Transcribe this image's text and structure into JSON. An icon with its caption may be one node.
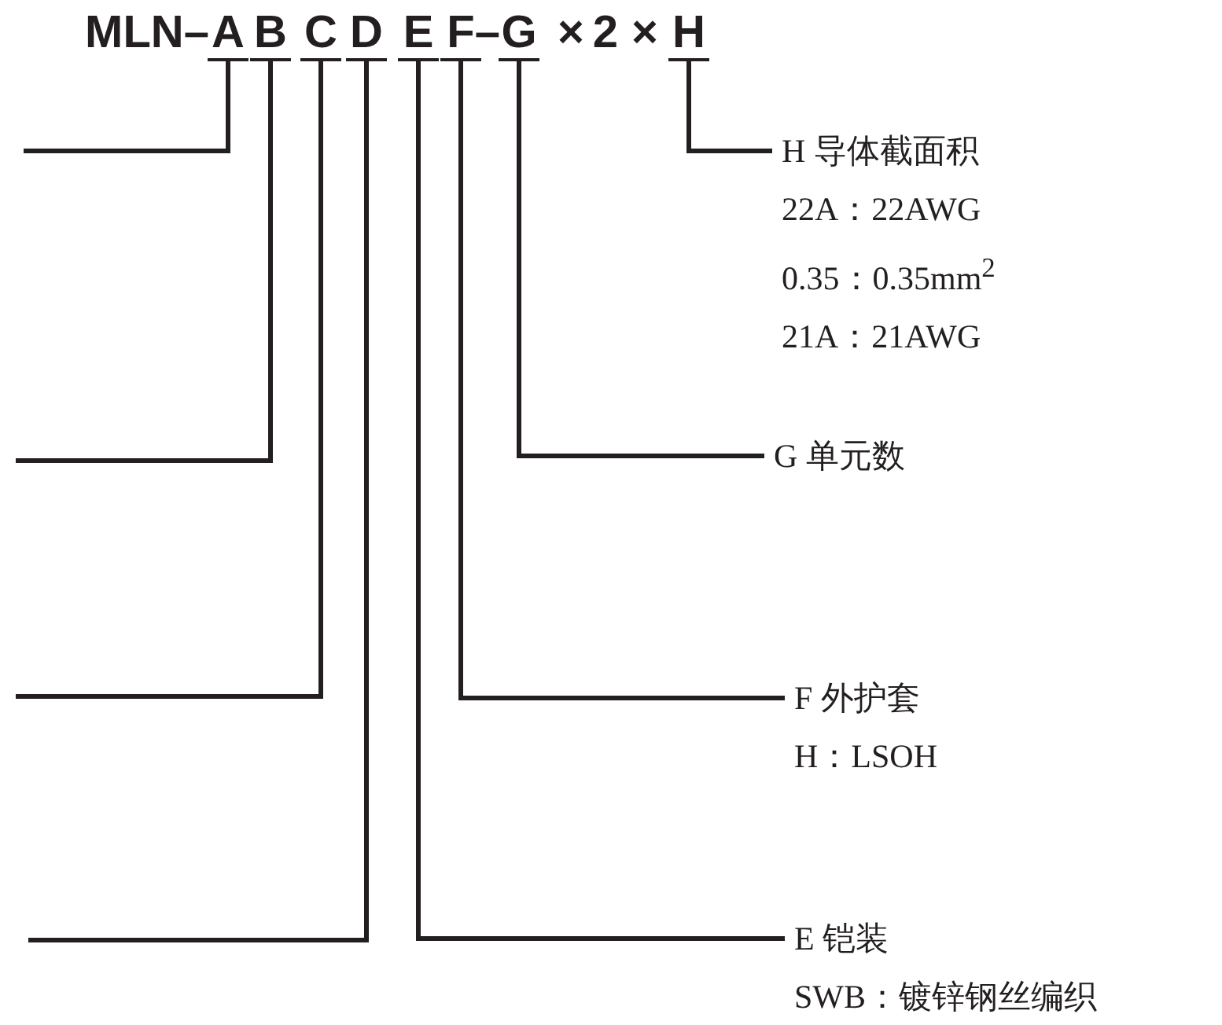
{
  "diagram": {
    "nodes": [
      {
        "text": [
          "A"
        ]
      },
      {
        "text": [
          "B"
        ]
      },
      {
        "text": [
          "C"
        ]
      },
      {
        "text": [
          "D"
        ]
      },
      {
        "text": [
          "E"
        ]
      },
      {
        "text": [
          "F"
        ]
      },
      {
        "text": [
          "G"
        ]
      },
      {
        "text": [
          "H"
        ]
      },
      {
        "text": [
          "H 导体截面积",
          "22A：22AWG",
          "0.35：0.35mm$^{2}$",
          "21A：21AWG"
        ]
      },
      {
        "text": [
          "G 单元数"
        ]
      },
      {
        "text": [
          "F 外护套",
          "H：LSOH"
        ]
      },
      {
        "text": [
          "E 铠装",
          "SWB：镀锌钢丝编织"
        ]
      }
    ],
    "edges": [
      {
        "from": 7,
        "to": 8,
        "arrow": "none"
      },
      {
        "from": 6,
        "to": 9,
        "arrow": "none"
      },
      {
        "from": 5,
        "to": 10,
        "arrow": "none"
      },
      {
        "from": 4,
        "to": 11,
        "arrow": "none"
      },
      {
        "from": 0,
        "to": null,
        "arrow": "none"
      },
      {
        "from": 1,
        "to": null,
        "arrow": "none"
      },
      {
        "from": 2,
        "to": null,
        "arrow": "none"
      },
      {
        "from": 3,
        "to": null,
        "arrow": "none"
      }
    ],
    "labels": [
      "MLN–",
      "–",
      "×",
      "2",
      "×"
    ]
  }
}
